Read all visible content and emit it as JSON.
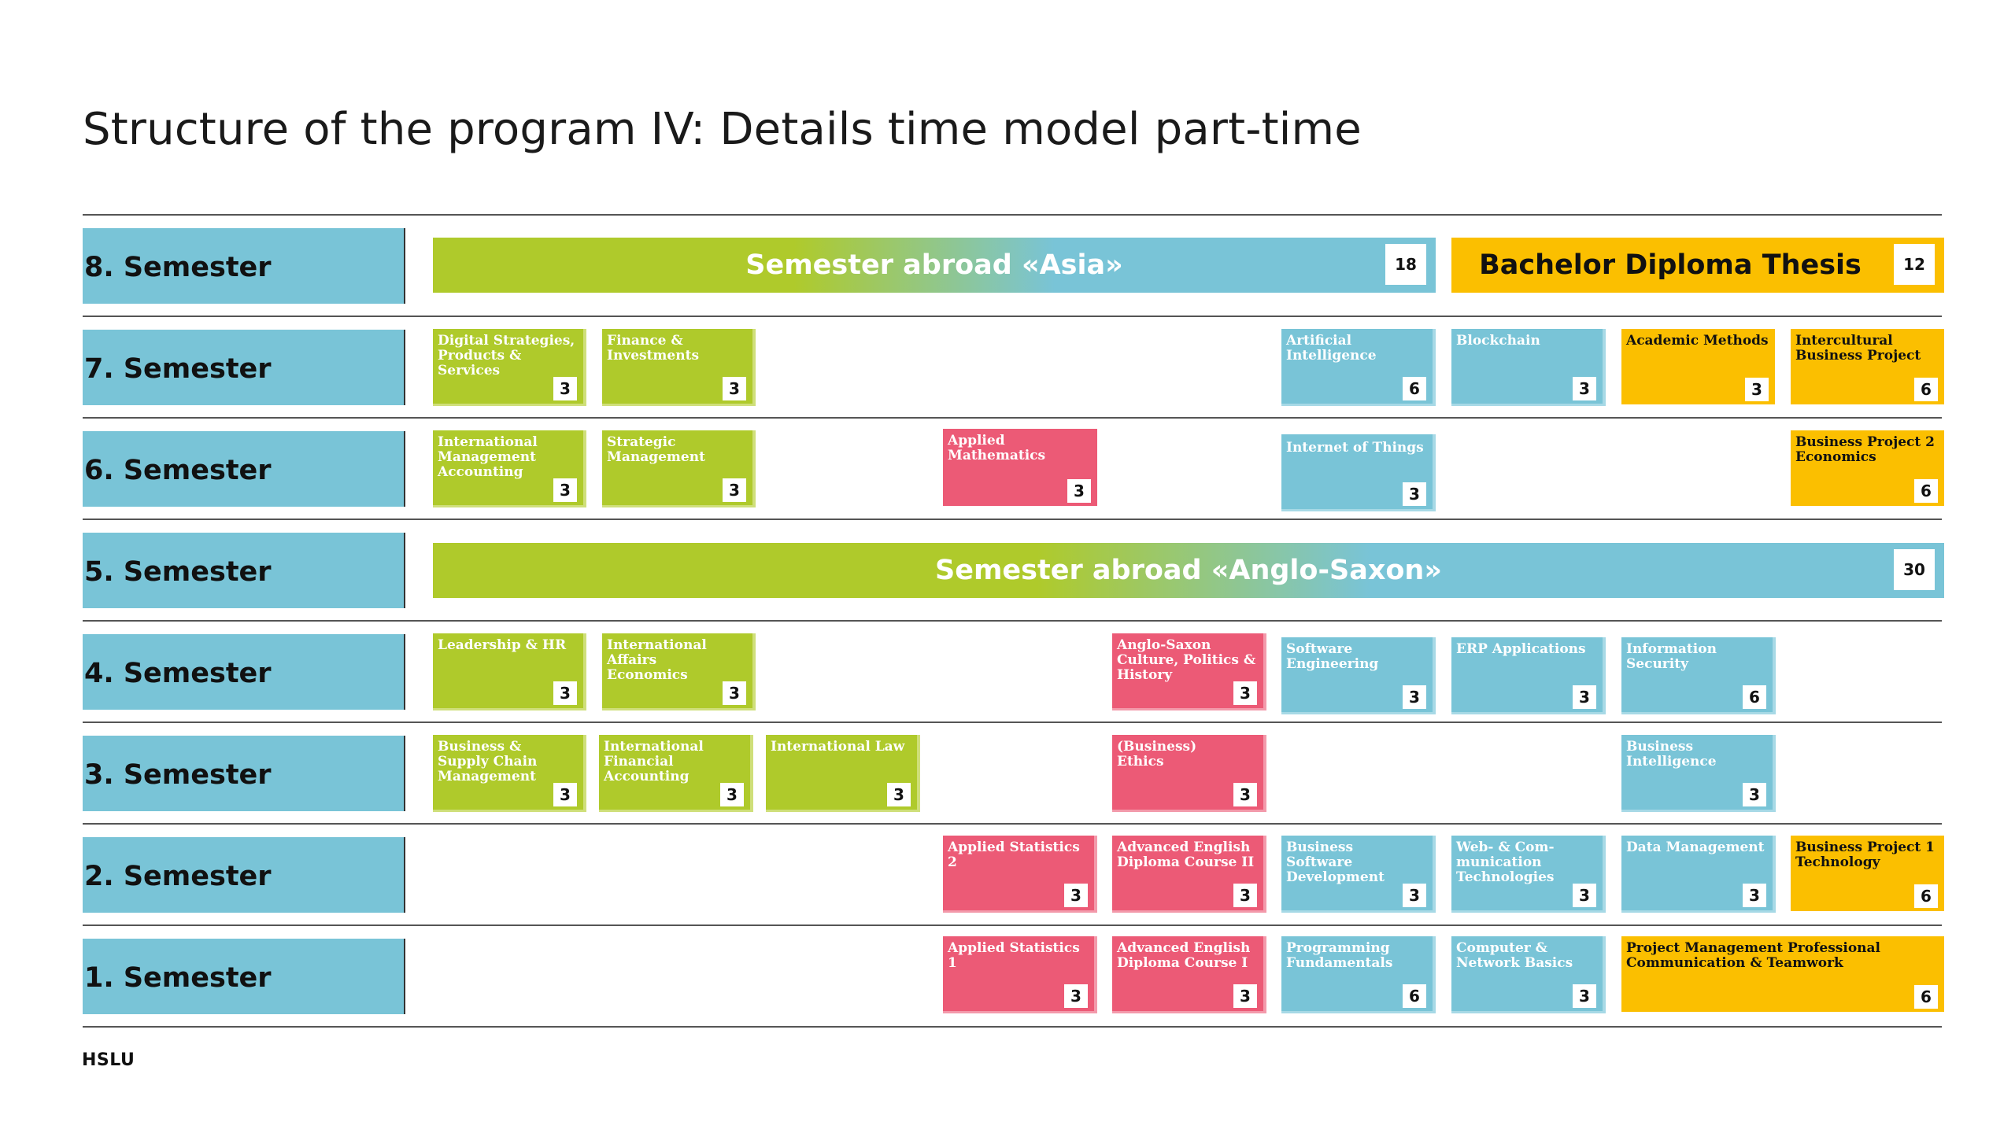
{
  "title": "Structure of the program IV: Details time model part-time",
  "brand": "HSLU",
  "semesters": [
    "8. Semester",
    "7. Semester",
    "6. Semester",
    "5. Semester",
    "4. Semester",
    "3. Semester",
    "2. Semester",
    "1. Semester"
  ],
  "abroad_asia": {
    "label": "Semester abroad «Asia»",
    "credits": "18"
  },
  "thesis": {
    "label": "Bachelor Diploma Thesis",
    "credits": "12"
  },
  "abroad_anglo": {
    "label": "Semester abroad «Anglo-Saxon»",
    "credits": "30"
  },
  "modules": {
    "s7_digital": {
      "label": "Digital Strategies,\nProducts & Services",
      "credits": "3"
    },
    "s7_finance": {
      "label": "Finance &\nInvestments",
      "credits": "3"
    },
    "s7_ai": {
      "label": "Artificial\nIntelligence",
      "credits": "6"
    },
    "s7_blockchain": {
      "label": "Blockchain",
      "credits": "3"
    },
    "s7_academic": {
      "label": "Academic Methods",
      "credits": "3"
    },
    "s7_intercultural": {
      "label": "Intercultural\nBusiness Project",
      "credits": "6"
    },
    "s6_ima": {
      "label": "International\nManagement\nAccounting",
      "credits": "3"
    },
    "s6_strategic": {
      "label": "Strategic\nManagement",
      "credits": "3"
    },
    "s6_math": {
      "label": "Applied\nMathematics",
      "credits": "3"
    },
    "s6_iot": {
      "label": "Internet of Things",
      "credits": "3"
    },
    "s6_bp2": {
      "label": "Business Project 2\nEconomics",
      "credits": "6"
    },
    "s4_leadership": {
      "label": "Leadership & HR",
      "credits": "3"
    },
    "s4_iae": {
      "label": "International\nAffairs\nEconomics",
      "credits": "3"
    },
    "s4_anglo": {
      "label": "Anglo-Saxon\nCulture, Politics &\nHistory",
      "credits": "3"
    },
    "s4_software": {
      "label": "Software\nEngineering",
      "credits": "3"
    },
    "s4_erp": {
      "label": "ERP Applications",
      "credits": "3"
    },
    "s4_security": {
      "label": "Information\nSecurity",
      "credits": "6"
    },
    "s3_bscm": {
      "label": "Business &\nSupply Chain\nManagement",
      "credits": "3"
    },
    "s3_ifa": {
      "label": "International\nFinancial\nAccounting",
      "credits": "3"
    },
    "s3_law": {
      "label": "International Law",
      "credits": "3"
    },
    "s3_ethics": {
      "label": "(Business)\nEthics",
      "credits": "3"
    },
    "s3_bi": {
      "label": "Business\nIntelligence",
      "credits": "3"
    },
    "s2_stats2": {
      "label": "Applied Statistics 2",
      "credits": "3"
    },
    "s2_english2": {
      "label": "Advanced English\nDiploma Course II",
      "credits": "3"
    },
    "s2_bsd": {
      "label": "Business\nSoftware\nDevelopment",
      "credits": "3"
    },
    "s2_web": {
      "label": "Web- & Com-\nmunication\nTechnologies",
      "credits": "3"
    },
    "s2_data": {
      "label": "Data Management",
      "credits": "3"
    },
    "s2_bp1": {
      "label": "Business Project 1\nTechnology",
      "credits": "6"
    },
    "s1_stats1": {
      "label": "Applied Statistics 1",
      "credits": "3"
    },
    "s1_english1": {
      "label": "Advanced English\nDiploma Course I",
      "credits": "3"
    },
    "s1_prog": {
      "label": "Programming\nFundamentals",
      "credits": "6"
    },
    "s1_network": {
      "label": "Computer &\nNetwork Basics",
      "credits": "3"
    },
    "s1_pm": {
      "label": "Project Management Professional\nCommunication & Teamwork",
      "credits": "6"
    }
  },
  "colors": {
    "green": "#afca2b",
    "blue": "#79c4d7",
    "red": "#ec5a76",
    "yellow": "#fbbf00"
  }
}
